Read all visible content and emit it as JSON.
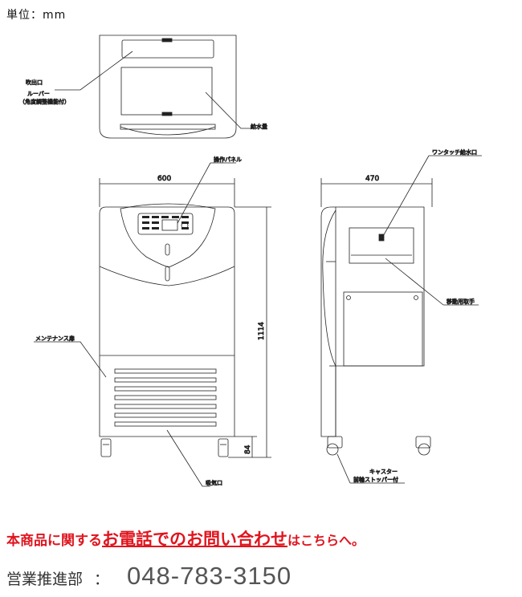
{
  "unit_label": "単位：mm",
  "top_view": {
    "outlet_label": "吹出口",
    "louver_label": "ルーバー",
    "angle_label": "（角度調整機能付）",
    "tank_label": "給水量"
  },
  "front_view": {
    "panel_label": "操作パネル",
    "width_dim": "600",
    "height_dim": "1114",
    "foot_dim": "84",
    "maintenance_label": "メンテナンス扉",
    "intake_label": "吸気口"
  },
  "side_view": {
    "fill_port_label": "ワンタッチ給水口",
    "depth_dim": "470",
    "handle_label": "移動用取手",
    "caster_label": "キャスター",
    "stopper_label": "前輪ストッパー付"
  },
  "promo": {
    "part1": "本商品に関する",
    "part2": "お電話でのお問い合わせ",
    "part3": "はこちらへ。"
  },
  "contact": {
    "dept": "営業推進部",
    "colon": "：",
    "tel": "048-783-3150"
  },
  "colors": {
    "line": "#222222",
    "promo_red": "#e0141e",
    "tel_gray": "#555555"
  }
}
